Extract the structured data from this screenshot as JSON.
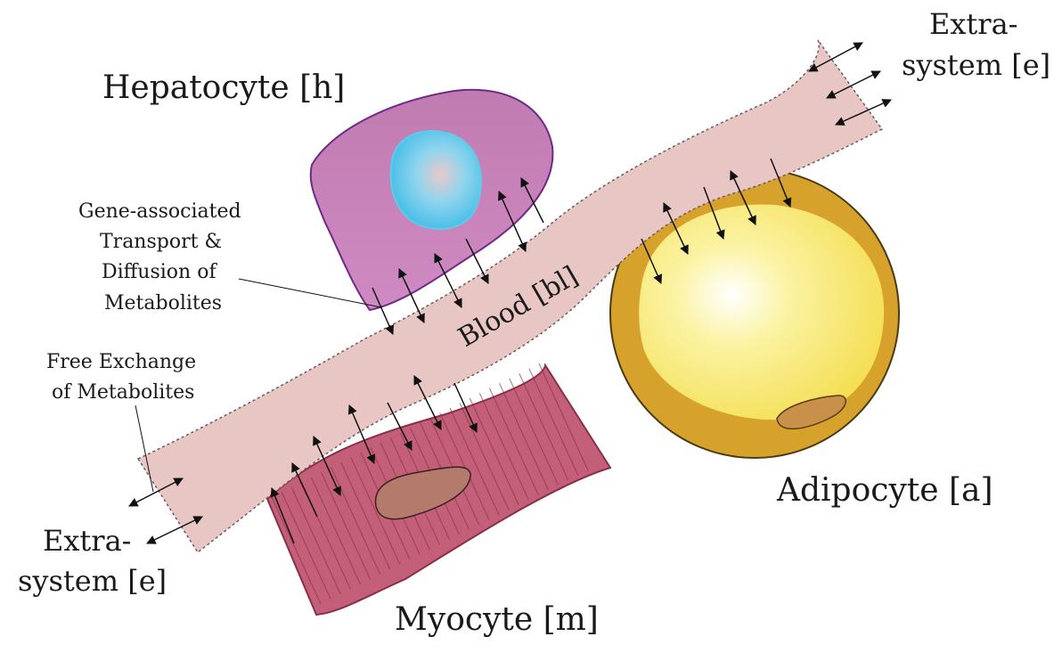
{
  "labels": {
    "hepatocyte": "Hepatocyte [h]",
    "adipocyte": "Adipocyte [a]",
    "myocyte": "Myocyte [m]",
    "blood": "Blood [bl]",
    "extra_top_line1": "Extra-",
    "extra_top_line2": "system [e]",
    "extra_left_line1": "Extra-",
    "extra_left_line2": "system [e]",
    "gene_line1": "Gene-associated",
    "gene_line2": "Transport &",
    "gene_line3": "Diffusion of",
    "gene_line4": "Metabolites",
    "free_line1": "Free Exchange",
    "free_line2": "of Metabolites"
  },
  "colors": {
    "blood_fill": "#e8c6c3",
    "blood_stroke": "#6d5b5b",
    "hepatocyte_fill": "#c47cb5",
    "hepatocyte_stroke": "#6e2a86",
    "nucleus_fill": "#4ec3e8",
    "myocyte_fill": "#c35f79",
    "myocyte_stroke": "#8a2f4a",
    "myocyte_nucleus": "#b47a6c",
    "adipocyte_outer": "#d7a22c",
    "adipocyte_inner": "#f6e467",
    "adipocyte_nucleus": "#c8904a",
    "arrow": "#111111"
  }
}
